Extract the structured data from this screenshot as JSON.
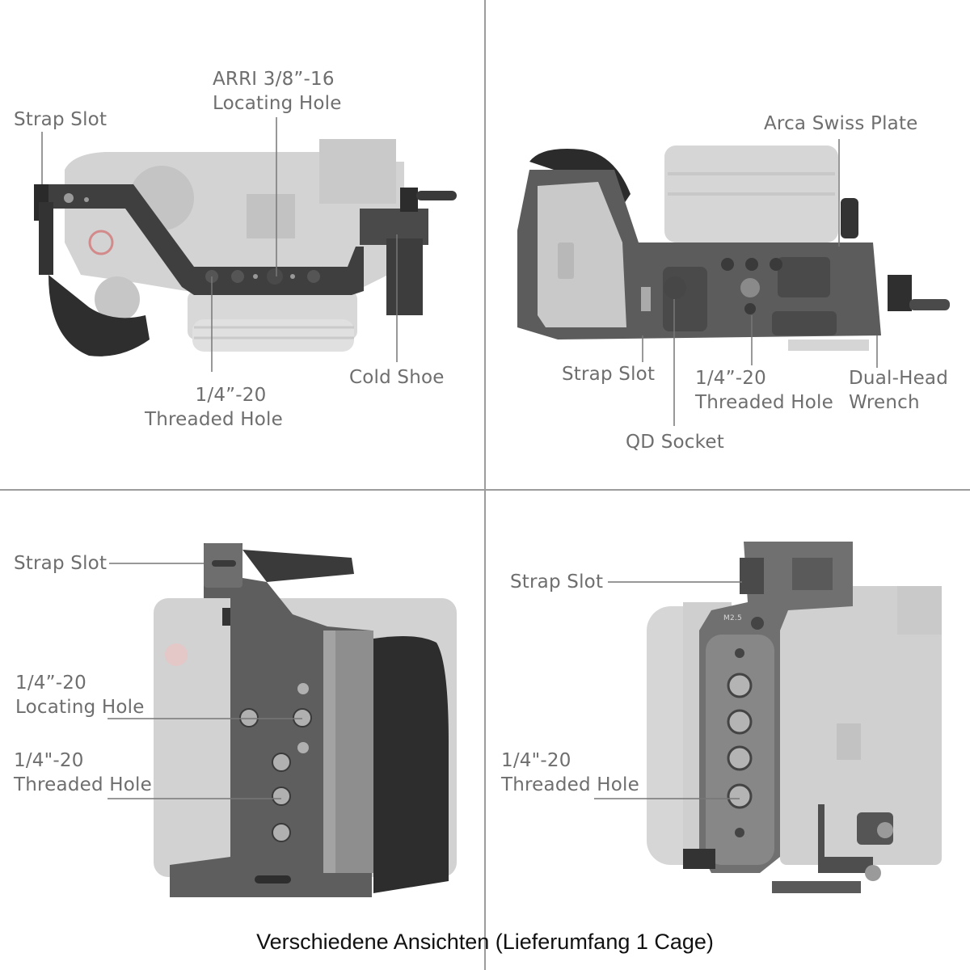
{
  "colors": {
    "background": "#ffffff",
    "divider": "#9c9c9c",
    "label_text": "#6e6e6e",
    "caption_text": "#111111",
    "camera_body": "#cfcfcf",
    "camera_body_dark": "#bdbdbd",
    "cage_metal": "#5f5f5f",
    "cage_metal_dark": "#3e3e3e",
    "grip_rubber": "#2f2f2f",
    "hole_fill": "#a9a9a9"
  },
  "quadrants": {
    "top_left": {
      "view": "top view",
      "labels": {
        "strap_slot": "Strap Slot",
        "arri_line1": "ARRI 3/8”-16",
        "arri_line2": "Locating Hole",
        "cold_shoe": "Cold Shoe",
        "threaded_line1": "1/4”-20",
        "threaded_line2": "Threaded Hole"
      }
    },
    "top_right": {
      "view": "bottom view",
      "labels": {
        "arca_swiss": "Arca Swiss Plate",
        "strap_slot": "Strap Slot",
        "threaded_line1": "1/4”-20",
        "threaded_line2": "Threaded Hole",
        "wrench_line1": "Dual-Head",
        "wrench_line2": "Wrench",
        "qd_socket": "QD Socket"
      }
    },
    "bottom_left": {
      "view": "side view (grip side)",
      "labels": {
        "strap_slot": "Strap Slot",
        "locating_line1": "1/4”-20",
        "locating_line2": "Locating Hole",
        "threaded_line1": "1/4\"-20",
        "threaded_line2": "Threaded Hole"
      }
    },
    "bottom_right": {
      "view": "side view (lens side)",
      "labels": {
        "strap_slot": "Strap Slot",
        "threaded_line1": "1/4\"-20",
        "threaded_line2": "Threaded Hole",
        "m25_marking": "M2.5"
      }
    }
  },
  "caption": "Verschiedene Ansichten (Lieferumfang 1 Cage)"
}
